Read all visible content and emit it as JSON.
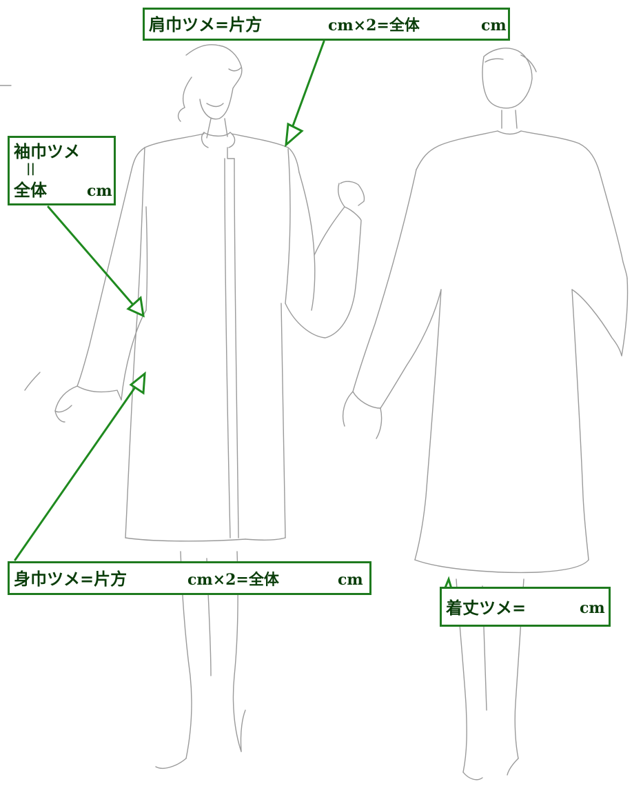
{
  "labels": {
    "shoulder": {
      "a": "肩巾ツメ=片方",
      "b": "cm×2=全体",
      "c": "cm"
    },
    "sleeve": {
      "a": "袖巾ツメ",
      "b": "||",
      "c": "全体",
      "d": "cm"
    },
    "body": {
      "a": "身巾ツメ=片方",
      "b": "cm×2=全体",
      "c": "cm"
    },
    "length": {
      "a": "着丈ツメ=",
      "b": "cm"
    }
  },
  "colors": {
    "box_border": "#1e7a1e",
    "arrow": "#1f8a1f",
    "text": "#0a3d0a",
    "sketch": "#9a9a9a"
  }
}
